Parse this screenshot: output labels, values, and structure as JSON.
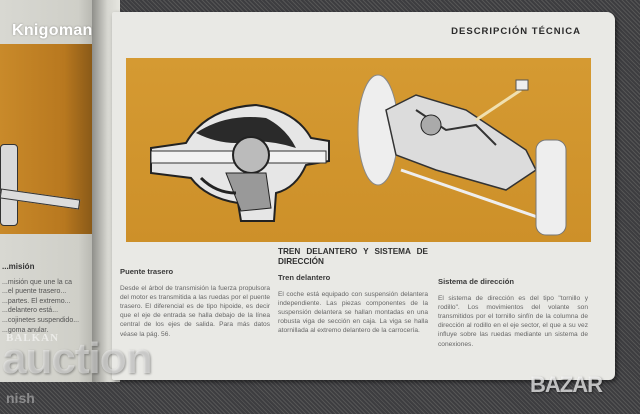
{
  "watermarks": {
    "top_left": "Knigoman",
    "bottom_left_small": "BALKAN",
    "bottom_left_large": "auction",
    "bottom_left_sub": "nish",
    "bottom_right": "BAZAR"
  },
  "left_page": {
    "heading": "...misión",
    "lines": [
      "...misión que une la ca",
      "...el puente trasero...",
      "...partes. El extremo...",
      "...delantero está...",
      "...cojinetes suspendido...",
      "...goma anular."
    ]
  },
  "right_page": {
    "section_title": "DESCRIPCIÓN TÉCNICA",
    "banner_color": "#d29530",
    "illustrations": [
      {
        "name": "rear-axle-differential-cutaway"
      },
      {
        "name": "front-suspension-steering-assembly"
      }
    ],
    "columns": [
      {
        "heading": "Puente trasero",
        "body": "Desde el árbol de transmisión la fuerza propulsora del motor es transmitida a las ruedas por el puente trasero. El diferencial es de tipo hipoide, es decir que el eje de entrada se halla debajo de la línea central de los ejes de salida. Para más datos véase la pág. 56."
      },
      {
        "main_heading": "TREN DELANTERO Y SISTEMA DE DIRECCIÓN",
        "heading": "Tren delantero",
        "body": "El coche está equipado con suspensión delantera independiente. Las piezas componentes de la suspensión delantera se hallan montadas en una robusta viga de sección en caja. La viga se halla atornillada al extremo delantero de la carrocería."
      },
      {
        "heading": "Sistema de dirección",
        "body": "El sistema de dirección es del tipo \"tornillo y rodillo\". Los movimientos del volante son transmitidos por el tornillo sinfín de la columna de dirección al rodillo en el eje sector, el que a su vez influye sobre las ruedas mediante un sistema de conexiones."
      }
    ]
  }
}
